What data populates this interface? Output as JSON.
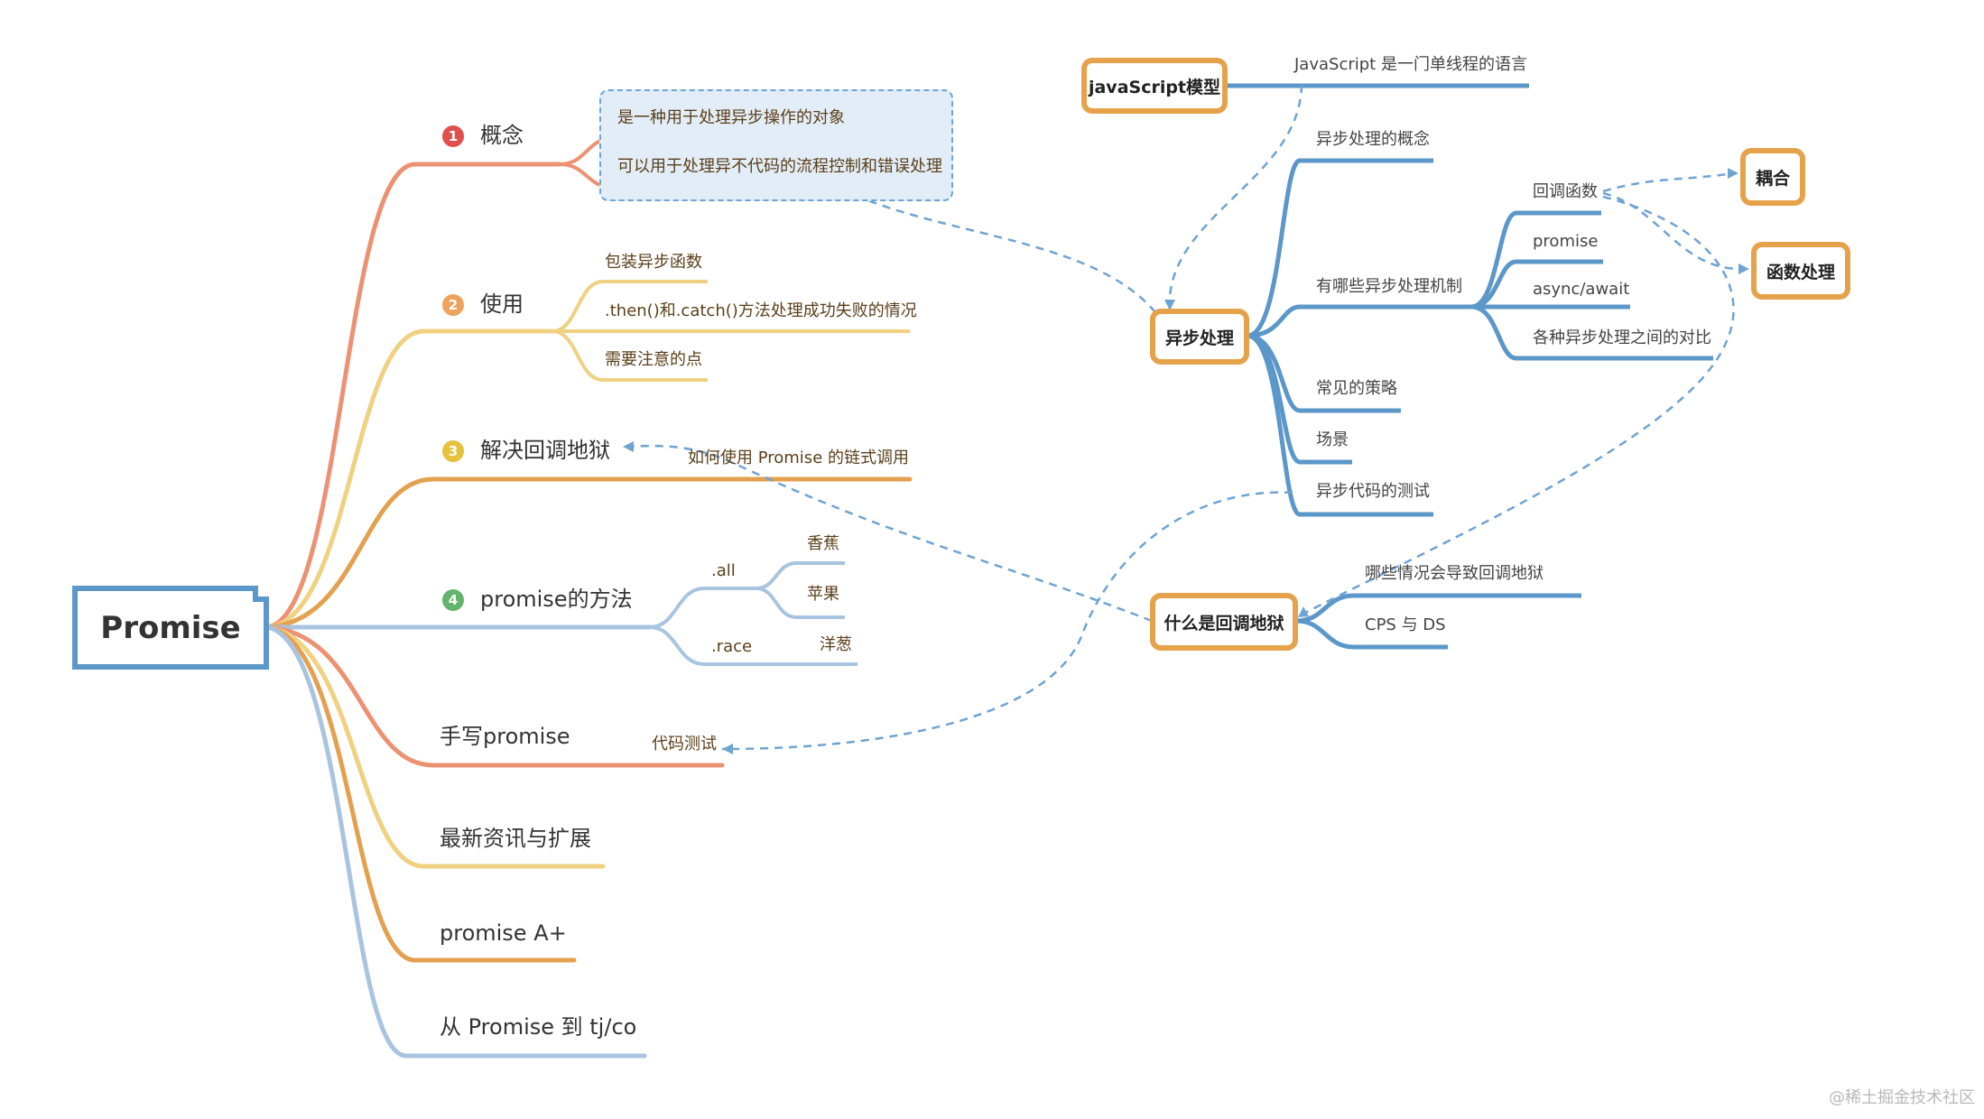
{
  "root": {
    "label": "Promise"
  },
  "left_branches": {
    "concept": {
      "num": "1",
      "label": "概念",
      "children": [
        "是一种用于处理异步操作的对象",
        "可以用于处理异不代码的流程控制和错误处理"
      ]
    },
    "usage": {
      "num": "2",
      "label": "使用",
      "children": [
        "包装异步函数",
        ".then()和.catch()方法处理成功失败的情况",
        "需要注意的点"
      ]
    },
    "callback_hell": {
      "num": "3",
      "label": "解决回调地狱",
      "children": [
        "如何使用 Promise 的链式调用"
      ]
    },
    "methods": {
      "num": "4",
      "label": "promise的方法",
      "all": ".all",
      "all_children": [
        "香蕉",
        "苹果"
      ],
      "race": ".race",
      "race_children": [
        "洋葱"
      ]
    },
    "handwrite": {
      "label": "手写promise",
      "children": [
        "代码测试"
      ]
    },
    "news": {
      "label": "最新资讯与扩展"
    },
    "aplus": {
      "label": "promise A+"
    },
    "tjco": {
      "label": "从 Promise 到 tj/co"
    }
  },
  "right": {
    "js_model": {
      "label": "javaScript模型",
      "child": "JavaScript 是一门单线程的语言"
    },
    "async": {
      "label": "异步处理",
      "concept": "异步处理的概念",
      "mechanisms": "有哪些异步处理机制",
      "mechanism_children": [
        "回调函数",
        "promise",
        "async/await",
        "各种异步处理之间的对比"
      ],
      "strategies": "常见的策略",
      "scenes": "场景",
      "testing": "异步代码的测试"
    },
    "coupling": {
      "label": "耦合"
    },
    "func_handling": {
      "label": "函数处理"
    },
    "what_is_hell": {
      "label": "什么是回调地狱",
      "children": [
        "哪些情况会导致回调地狱",
        "CPS 与 DS"
      ]
    }
  },
  "watermark": "@稀土掘金技术社区",
  "colors": {
    "red": "#ec9273",
    "yellow": "#f0d182",
    "orange": "#e3a14f",
    "blue": "#a8c4e0",
    "deep_blue": "#5c97c9",
    "dashed": "#6fa3d2",
    "node_border": "#e6a24a",
    "num1": "#e0504d",
    "num2": "#eda35d",
    "num3": "#e5c13c",
    "num4": "#63b36c"
  }
}
